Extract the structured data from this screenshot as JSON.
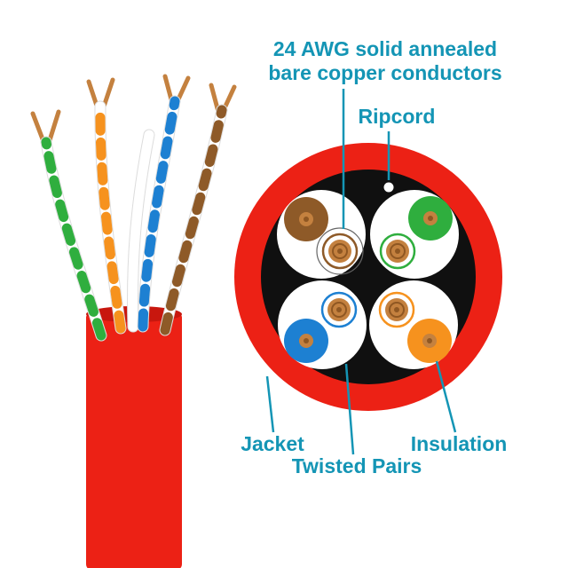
{
  "labels": {
    "conductors_line1": "24 AWG solid annealed",
    "conductors_line2": "bare copper conductors",
    "ripcord": "Ripcord",
    "jacket": "Jacket",
    "twisted_pairs": "Twisted Pairs",
    "insulation": "Insulation"
  },
  "colors": {
    "label_text": "#1495b5",
    "callout_line": "#1495b5",
    "jacket_red": "#ec2115",
    "jacket_red_dark": "#c8170e",
    "black_core": "#101010",
    "copper": "#c4813f",
    "copper_dark": "#8f5722",
    "pair_green": "#2fae3e",
    "pair_orange": "#f6921e",
    "pair_blue": "#1d80d2",
    "pair_brown": "#8e5a28",
    "white": "#ffffff"
  },
  "pairs": [
    {
      "name": "brown",
      "cross_section_position": "top-left"
    },
    {
      "name": "green",
      "cross_section_position": "top-right"
    },
    {
      "name": "blue",
      "cross_section_position": "bottom-left"
    },
    {
      "name": "orange",
      "cross_section_position": "bottom-right"
    }
  ]
}
